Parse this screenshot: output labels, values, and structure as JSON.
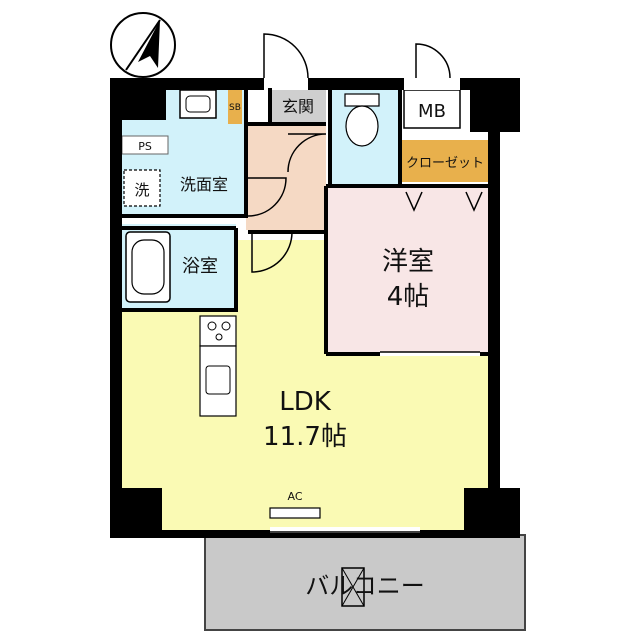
{
  "rooms": {
    "ldk_name": "LDK",
    "ldk_size": "11.7帖",
    "western_name": "洋室",
    "western_size": "4帖",
    "washroom": "洗面室",
    "bath": "浴室",
    "entrance": "玄関",
    "closet": "クローゼット",
    "balcony": "バルコニー"
  },
  "fixtures": {
    "mb": "MB",
    "ps": "PS",
    "sb": "SB",
    "ac": "AC",
    "washer": "洗"
  },
  "colors": {
    "ldk": "#fafab4",
    "western": "#f8e6e6",
    "wet_area": "#d2f2fa",
    "hall": "#f5d9c4",
    "entrance": "#cfcfcf",
    "closet": "#e8b04c",
    "balcony": "#c9c9c9",
    "wall": "#000000"
  },
  "icons": [
    "north-arrow-icon",
    "bathtub-icon",
    "sink-icon",
    "toilet-icon",
    "stove-icon",
    "kitchen-sink-icon",
    "washer-icon"
  ]
}
